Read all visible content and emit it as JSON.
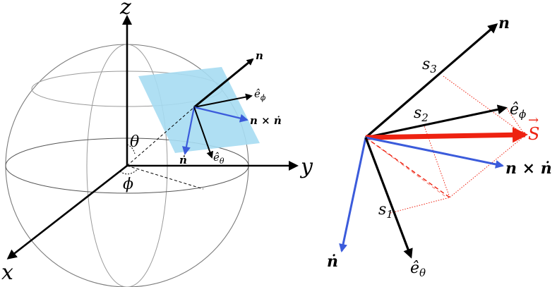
{
  "left_figure": {
    "axes": {
      "z": "z",
      "y": "y",
      "x": "x"
    },
    "angles": {
      "theta": "θ",
      "phi": "ϕ"
    },
    "vectors": {
      "n": "n",
      "e_phi_base": "ê",
      "e_phi_sub": "ϕ",
      "n_cross": "n × ṅ",
      "ndot": "ṅ",
      "e_theta_base": "ê",
      "e_theta_sub": "θ"
    },
    "colors": {
      "plane": "#a6dcf2",
      "blue_vector": "#3b5bdb",
      "sphere": "#8a8a8a"
    }
  },
  "right_figure": {
    "vectors": {
      "n": "n",
      "e_phi_base": "ê",
      "e_phi_sub": "ϕ",
      "S": "S",
      "n_cross": "n × ṅ",
      "ndot": "ṅ",
      "e_theta_base": "ê",
      "e_theta_sub": "θ"
    },
    "components": {
      "s1_base": "s",
      "s1_sub": "1",
      "s2_base": "s",
      "s2_sub": "2",
      "s3_base": "s",
      "s3_sub": "3"
    },
    "colors": {
      "S_vector": "#ee2211",
      "blue_vector": "#3b5bdb",
      "dotted": "#ee2211"
    }
  }
}
